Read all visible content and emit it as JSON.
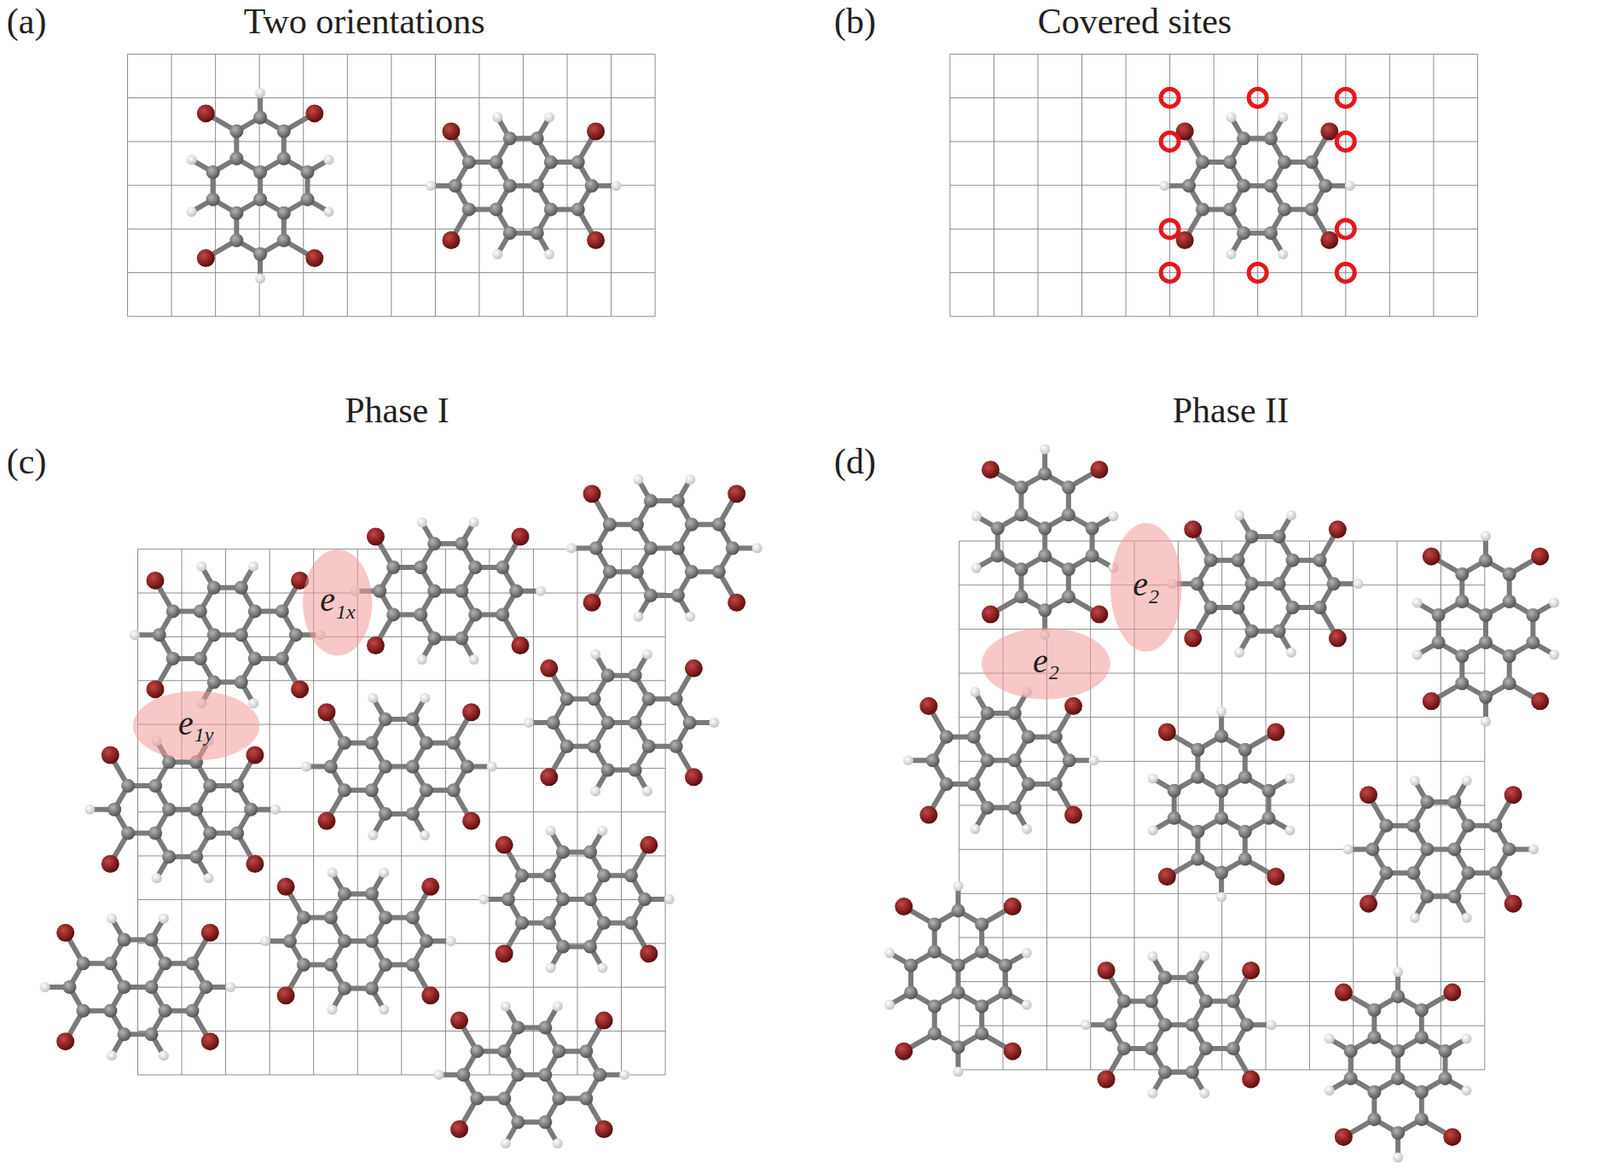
{
  "diagram": {
    "nodes": [
      {
        "text": [
          "e",
          "1x"
        ]
      },
      {
        "text": [
          "e",
          "1y"
        ]
      },
      {
        "text": [
          "e",
          "2"
        ]
      },
      {
        "text": [
          "e",
          "2"
        ]
      }
    ],
    "labels": [
      "(a)",
      "Two orientations",
      "(b)",
      "Covered sites",
      "Phase I",
      "Phase II",
      "(c)",
      "(d)"
    ]
  }
}
